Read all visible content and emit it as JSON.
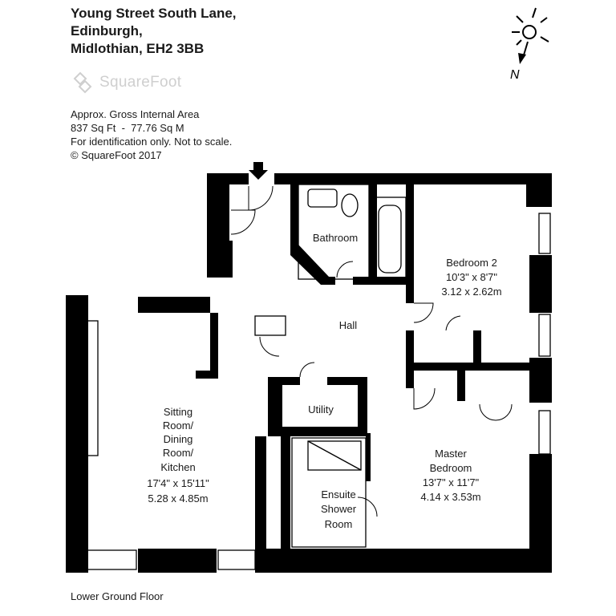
{
  "address": {
    "line1": "Young Street South Lane,",
    "line2": "Edinburgh,",
    "line3": "Midlothian, EH2 3BB"
  },
  "brand": {
    "name": "SquareFoot",
    "logo_color": "#cfcfcf"
  },
  "area_info": {
    "line1": "Approx. Gross Internal Area",
    "line2": "837 Sq Ft  -  77.76 Sq M",
    "line3": "For identification only. Not to scale.",
    "line4": "© SquareFoot 2017"
  },
  "compass": {
    "north_label": "N"
  },
  "rooms": {
    "bathroom": {
      "name": "Bathroom"
    },
    "bedroom2": {
      "name": "Bedroom 2",
      "dim_imperial": "10'3\" x 8'7\"",
      "dim_metric": "3.12 x 2.62m"
    },
    "hall": {
      "name": "Hall"
    },
    "utility": {
      "name": "Utility"
    },
    "sitting": {
      "name_l1": "Sitting",
      "name_l2": "Room/",
      "name_l3": "Dining",
      "name_l4": "Room/",
      "name_l5": "Kitchen",
      "dim_imperial": "17'4\" x 15'11\"",
      "dim_metric": "5.28 x 4.85m"
    },
    "ensuite": {
      "name_l1": "Ensuite",
      "name_l2": "Shower",
      "name_l3": "Room"
    },
    "master": {
      "name_l1": "Master",
      "name_l2": "Bedroom",
      "dim_imperial": "13'7\" x 11'7\"",
      "dim_metric": "4.14 x 3.53m"
    }
  },
  "floor_label": "Lower Ground Floor",
  "colors": {
    "wall": "#000000",
    "text": "#1a1a1a"
  }
}
